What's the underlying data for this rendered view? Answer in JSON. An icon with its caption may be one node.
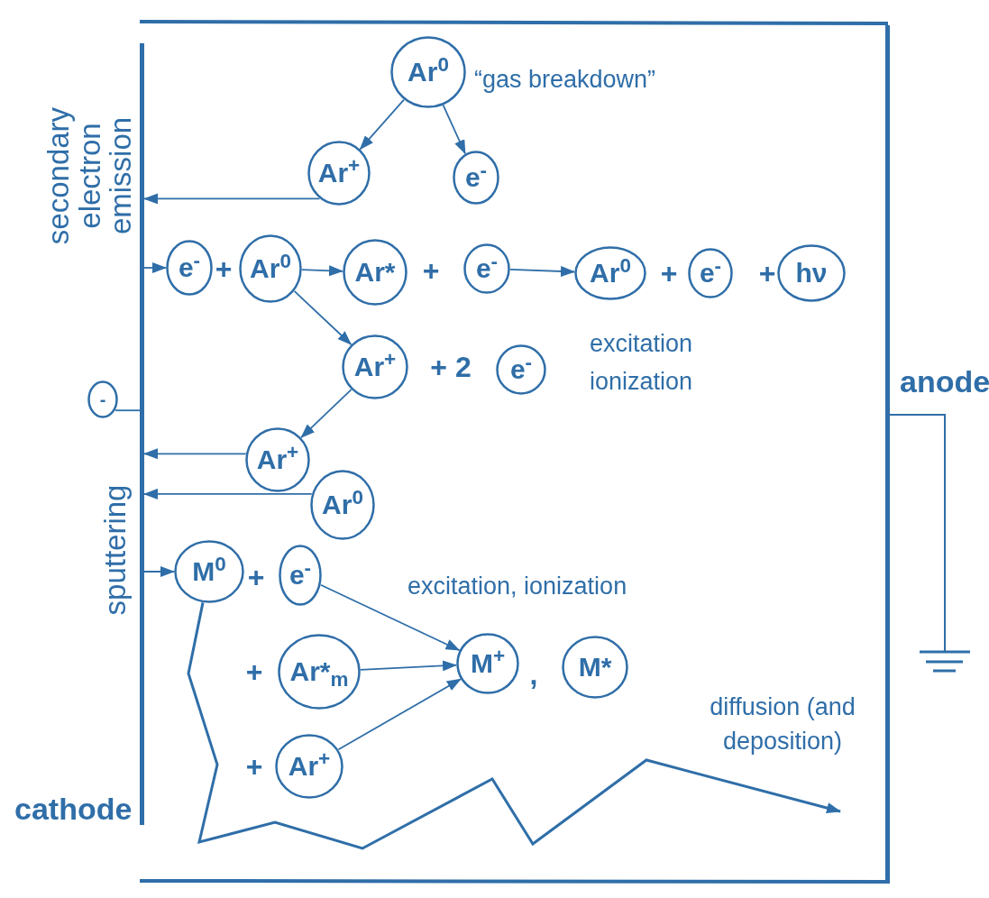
{
  "diagram": {
    "nodes": [
      {
        "text": [
          "Ar$^{0}$"
        ]
      },
      {
        "text": [
          "Ar$^{+}$"
        ]
      },
      {
        "text": [
          "e$^{-}$"
        ]
      },
      {
        "text": [
          "e$^{-}$"
        ]
      },
      {
        "text": [
          "Ar$^{0}$"
        ]
      },
      {
        "text": [
          "Ar*"
        ]
      },
      {
        "text": [
          "e$^{-}$"
        ]
      },
      {
        "text": [
          "Ar$^{0}$"
        ]
      },
      {
        "text": [
          "e$^{-}$"
        ]
      },
      {
        "text": [
          "hν"
        ]
      },
      {
        "text": [
          "Ar$^{+}$"
        ]
      },
      {
        "text": [
          "e$^{-}$"
        ]
      },
      {
        "text": [
          "Ar$^{+}$"
        ]
      },
      {
        "text": [
          "Ar$^{0}$"
        ]
      },
      {
        "text": [
          "M$^{0}$"
        ]
      },
      {
        "text": [
          "e$^{-}$"
        ]
      },
      {
        "text": [
          "Ar*$_{m}$"
        ]
      },
      {
        "text": [
          "Ar$^{+}$"
        ]
      },
      {
        "text": [
          "M$^{+}$"
        ]
      },
      {
        "text": [
          "M*"
        ]
      },
      {
        "text": [
          "-"
        ]
      },
      {
        "text": [],
        "shape": "bar",
        "beside": [
          "cathode"
        ]
      },
      {
        "text": [],
        "shape": "bar",
        "beside": [
          "anode"
        ]
      }
    ],
    "edges": [
      {
        "from": 0,
        "to": 1,
        "arrow": "to"
      },
      {
        "from": 0,
        "to": 2,
        "arrow": "to"
      },
      {
        "from": 1,
        "to": 21,
        "arrow": "to"
      },
      {
        "from": 21,
        "to": 3,
        "arrow": "to"
      },
      {
        "from": 4,
        "to": 5,
        "arrow": "to"
      },
      {
        "from": 6,
        "to": 7,
        "arrow": "to"
      },
      {
        "from": 4,
        "to": 10,
        "arrow": "to"
      },
      {
        "from": 10,
        "to": 12,
        "arrow": "to"
      },
      {
        "from": 20,
        "to": 21,
        "arrow": "none"
      },
      {
        "from": 12,
        "to": 21,
        "arrow": "to"
      },
      {
        "from": 13,
        "to": 21,
        "arrow": "to"
      },
      {
        "from": 21,
        "to": 14,
        "arrow": "to"
      },
      {
        "from": 15,
        "to": 18,
        "arrow": "to"
      },
      {
        "from": 16,
        "to": 18,
        "arrow": "to"
      },
      {
        "from": 17,
        "to": 18,
        "arrow": "to"
      },
      {
        "from": 14,
        "to": null,
        "arrow": "to"
      }
    ],
    "labels": [
      "“gas breakdown”",
      "secondary electron emission",
      "+",
      "+",
      "+",
      "+",
      "+ 2",
      "excitation ionization",
      "sputtering",
      "+",
      "excitation, ionization",
      "+",
      ",",
      "diffusion (and deposition)",
      "+"
    ]
  }
}
